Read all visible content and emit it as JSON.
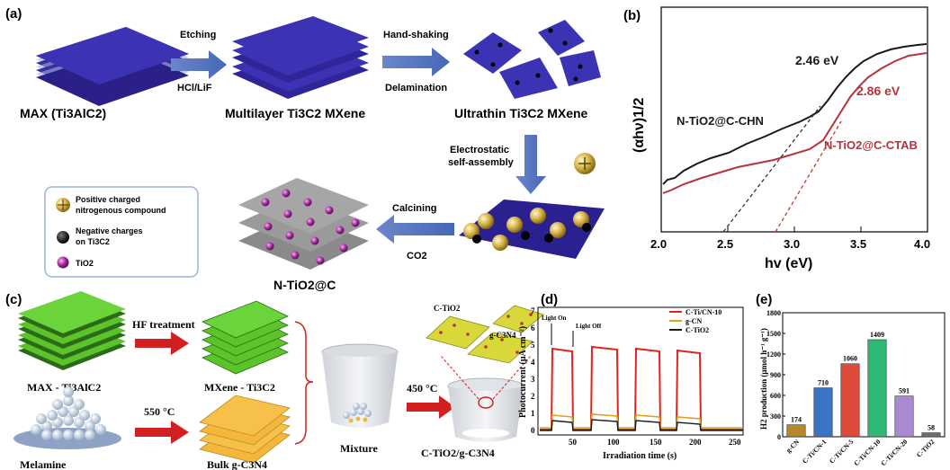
{
  "panel_a": {
    "label": "(a)",
    "step1_top": "Etching",
    "step1_bottom": "HCl/LiF",
    "step2_top": "Hand-shaking",
    "step2_bottom": "Delamination",
    "max_caption": "MAX (Ti3AlC2)",
    "multilayer_caption": "Multilayer Ti3C2 MXene",
    "ultrathin_caption": "Ultrathin Ti3C2 MXene",
    "step3_line1": "Electrostatic",
    "step3_line2": "self-assembly",
    "step4_top": "Calcining",
    "step4_bottom": "CO2",
    "product_caption": "N-TiO2@C",
    "legend": [
      {
        "text_line1": "Positive charged",
        "text_line2": "nitrogenous compound"
      },
      {
        "text_line1": "Negative charges",
        "text_line2": "on Ti3C2"
      },
      {
        "text_line1": "TiO2",
        "text_line2": ""
      }
    ]
  },
  "panel_b": {
    "label": "(b)",
    "ylabel": "(αhν)1/2",
    "xlabel": "hv (eV)",
    "ticks": [
      "2.0",
      "2.5",
      "3.0",
      "3.5",
      "4.0"
    ],
    "bandgap_black": "2.46 eV",
    "bandgap_red": "2.86 eV",
    "series_black": "N-TiO2@C-CHN",
    "series_red": "N-TiO2@C-CTAB",
    "colors": {
      "black": "#1a1a1a",
      "red": "#b8323a"
    }
  },
  "panel_c": {
    "label": "(c)",
    "max_caption": "MAX - Ti3AlC2",
    "hf_label": "HF treatment",
    "mxene_caption": "MXene - Ti3C2",
    "melamine_caption": "Melamine",
    "temp1": "550 °C",
    "bulk_caption": "Bulk g-C3N4",
    "mixture_caption": "Mixture",
    "temp2": "450 °C",
    "product_caption": "C-TiO2/g-C3N4",
    "inset_label1": "C-TiO2",
    "inset_label2": "g-C3N4"
  },
  "panel_d": {
    "label": "(d)",
    "ylabel": "Photocurrent (μA cm⁻²)",
    "xlabel": "Irradiation time (s)",
    "light_on": "Light On",
    "light_off": "Light Off",
    "legend": [
      "C-Ti/CN-10",
      "g-CN",
      "C-TiO2"
    ],
    "xticks": [
      "50",
      "100",
      "150",
      "200",
      "250"
    ],
    "yticks": [
      "0",
      "1",
      "2",
      "3",
      "4",
      "5",
      "6",
      "7"
    ],
    "colors": {
      "ctcn": "#e2231a",
      "gcn": "#e0a020",
      "ctio2": "#1a1a1a"
    }
  },
  "chart_data": [
    {
      "type": "bar",
      "panel": "(e)",
      "title": "",
      "ylabel": "H2 production (μmol h⁻¹ g⁻¹)",
      "ylim": [
        0,
        1800
      ],
      "yticks": [
        "0",
        "300",
        "600",
        "900",
        "1200",
        "1500",
        "1800"
      ],
      "categories": [
        "g-CN",
        "C-Ti/CN-1",
        "C-Ti/CN-5",
        "C-Ti/CN-10",
        "C-Ti/CN-20",
        "C-TiO2"
      ],
      "values": [
        174,
        710,
        1060,
        1409,
        591,
        58
      ],
      "value_labels": [
        "174",
        "710",
        "1060",
        "1409",
        "591",
        "58"
      ],
      "colors": [
        "#b8892c",
        "#3b74c4",
        "#e04a3a",
        "#2fb774",
        "#a98ad0",
        "#707070"
      ]
    }
  ]
}
